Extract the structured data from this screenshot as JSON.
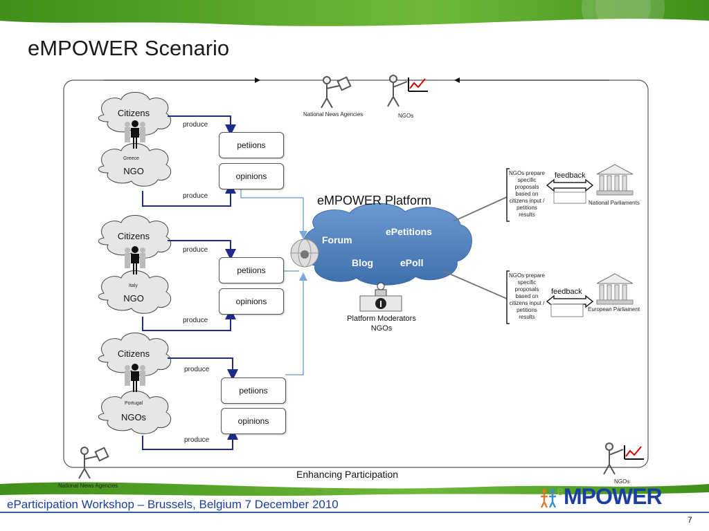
{
  "title": "eMPOWER Scenario",
  "top_actors": {
    "news_agencies": "National News Agencies",
    "ngos": "NGOs"
  },
  "groups": [
    {
      "citizens": "Citizens",
      "country": "Greece",
      "ngo": "NGO",
      "produce_top": "produce",
      "produce_bottom": "produce",
      "petitions": "petiions",
      "opinions": "opinions"
    },
    {
      "citizens": "Citizens",
      "country": "Italy",
      "ngo": "NGO",
      "produce_top": "produce",
      "produce_bottom": "produce",
      "petitions": "petiions",
      "opinions": "opinions"
    },
    {
      "citizens": "Citizens",
      "country": "Portugal",
      "ngo": "NGOs",
      "produce_top": "produce",
      "produce_bottom": "produce",
      "petitions": "petiions",
      "opinions": "opinions"
    }
  ],
  "platform": {
    "title": "eMPOWER Platform",
    "forum": "Forum",
    "epetitions": "ePetitions",
    "blog": "Blog",
    "epoll": "ePoll",
    "moderators_line1": "Platform Moderators",
    "moderators_line2": "NGOs"
  },
  "outputs": [
    {
      "note": [
        "NGOs prepare",
        "specific",
        "proposals",
        "based on",
        "citizens input /",
        "petitions",
        "results"
      ],
      "feedback": "feedback",
      "target": "National Parliaments"
    },
    {
      "note": [
        "NGOs prepare",
        "specific",
        "proposals",
        "based on",
        "citizens input /",
        "petitions",
        "results"
      ],
      "feedback": "feedback",
      "target": "European Parliament"
    }
  ],
  "bottom_actors": {
    "news_agencies": "National News Agencies",
    "ngos": "NGOs"
  },
  "enhancing": "Enhancing Participation",
  "footer": "eParticipation Workshop – Brussels, Belgium 7 December 2010",
  "page_number": "7",
  "logo": {
    "e": "e",
    "rest": "MPOWER"
  },
  "colors": {
    "banner_green": "#4e9a1f",
    "cloud_blue": "#4f81bd",
    "arrow_navy": "#1f2a8a",
    "arrow_lightblue": "#7ea6d6",
    "footer_blue": "#1a3fa0"
  }
}
